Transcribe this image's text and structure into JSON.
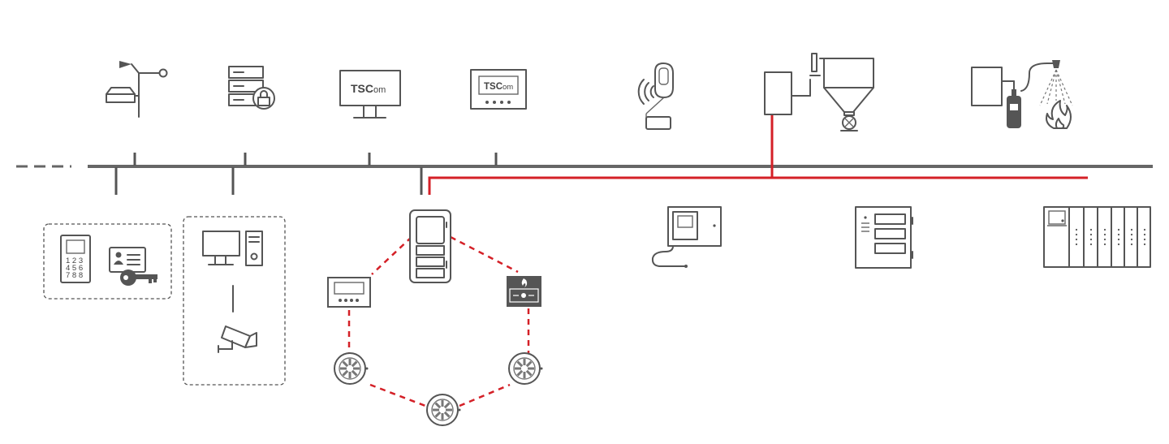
{
  "colors": {
    "bus": "#666666",
    "device": "#555555",
    "fire_network": "#d42027"
  },
  "devices": {
    "tscom_monitor": {
      "brand_main": "TSC",
      "brand_suffix": "om"
    },
    "tscom_panel": {
      "brand_main": "TSC",
      "brand_suffix": "om"
    },
    "keypad_keys": [
      "1 2 3",
      "4 5 6",
      "7 8 8"
    ]
  },
  "icons": [
    "weather-station-icon",
    "server-lock-icon",
    "monitor-icon",
    "control-panel-icon",
    "wireless-tag-icon",
    "silo-control-icon",
    "gas-extinguishing-icon",
    "keypad-icon",
    "id-card-key-icon",
    "workstation-icon",
    "cctv-camera-icon",
    "fire-panel-icon",
    "repeater-panel-icon",
    "manual-call-point-icon",
    "smoke-detector-icon",
    "wall-cabinet-icon",
    "rack-cabinet-icon",
    "multi-cabinet-icon"
  ]
}
